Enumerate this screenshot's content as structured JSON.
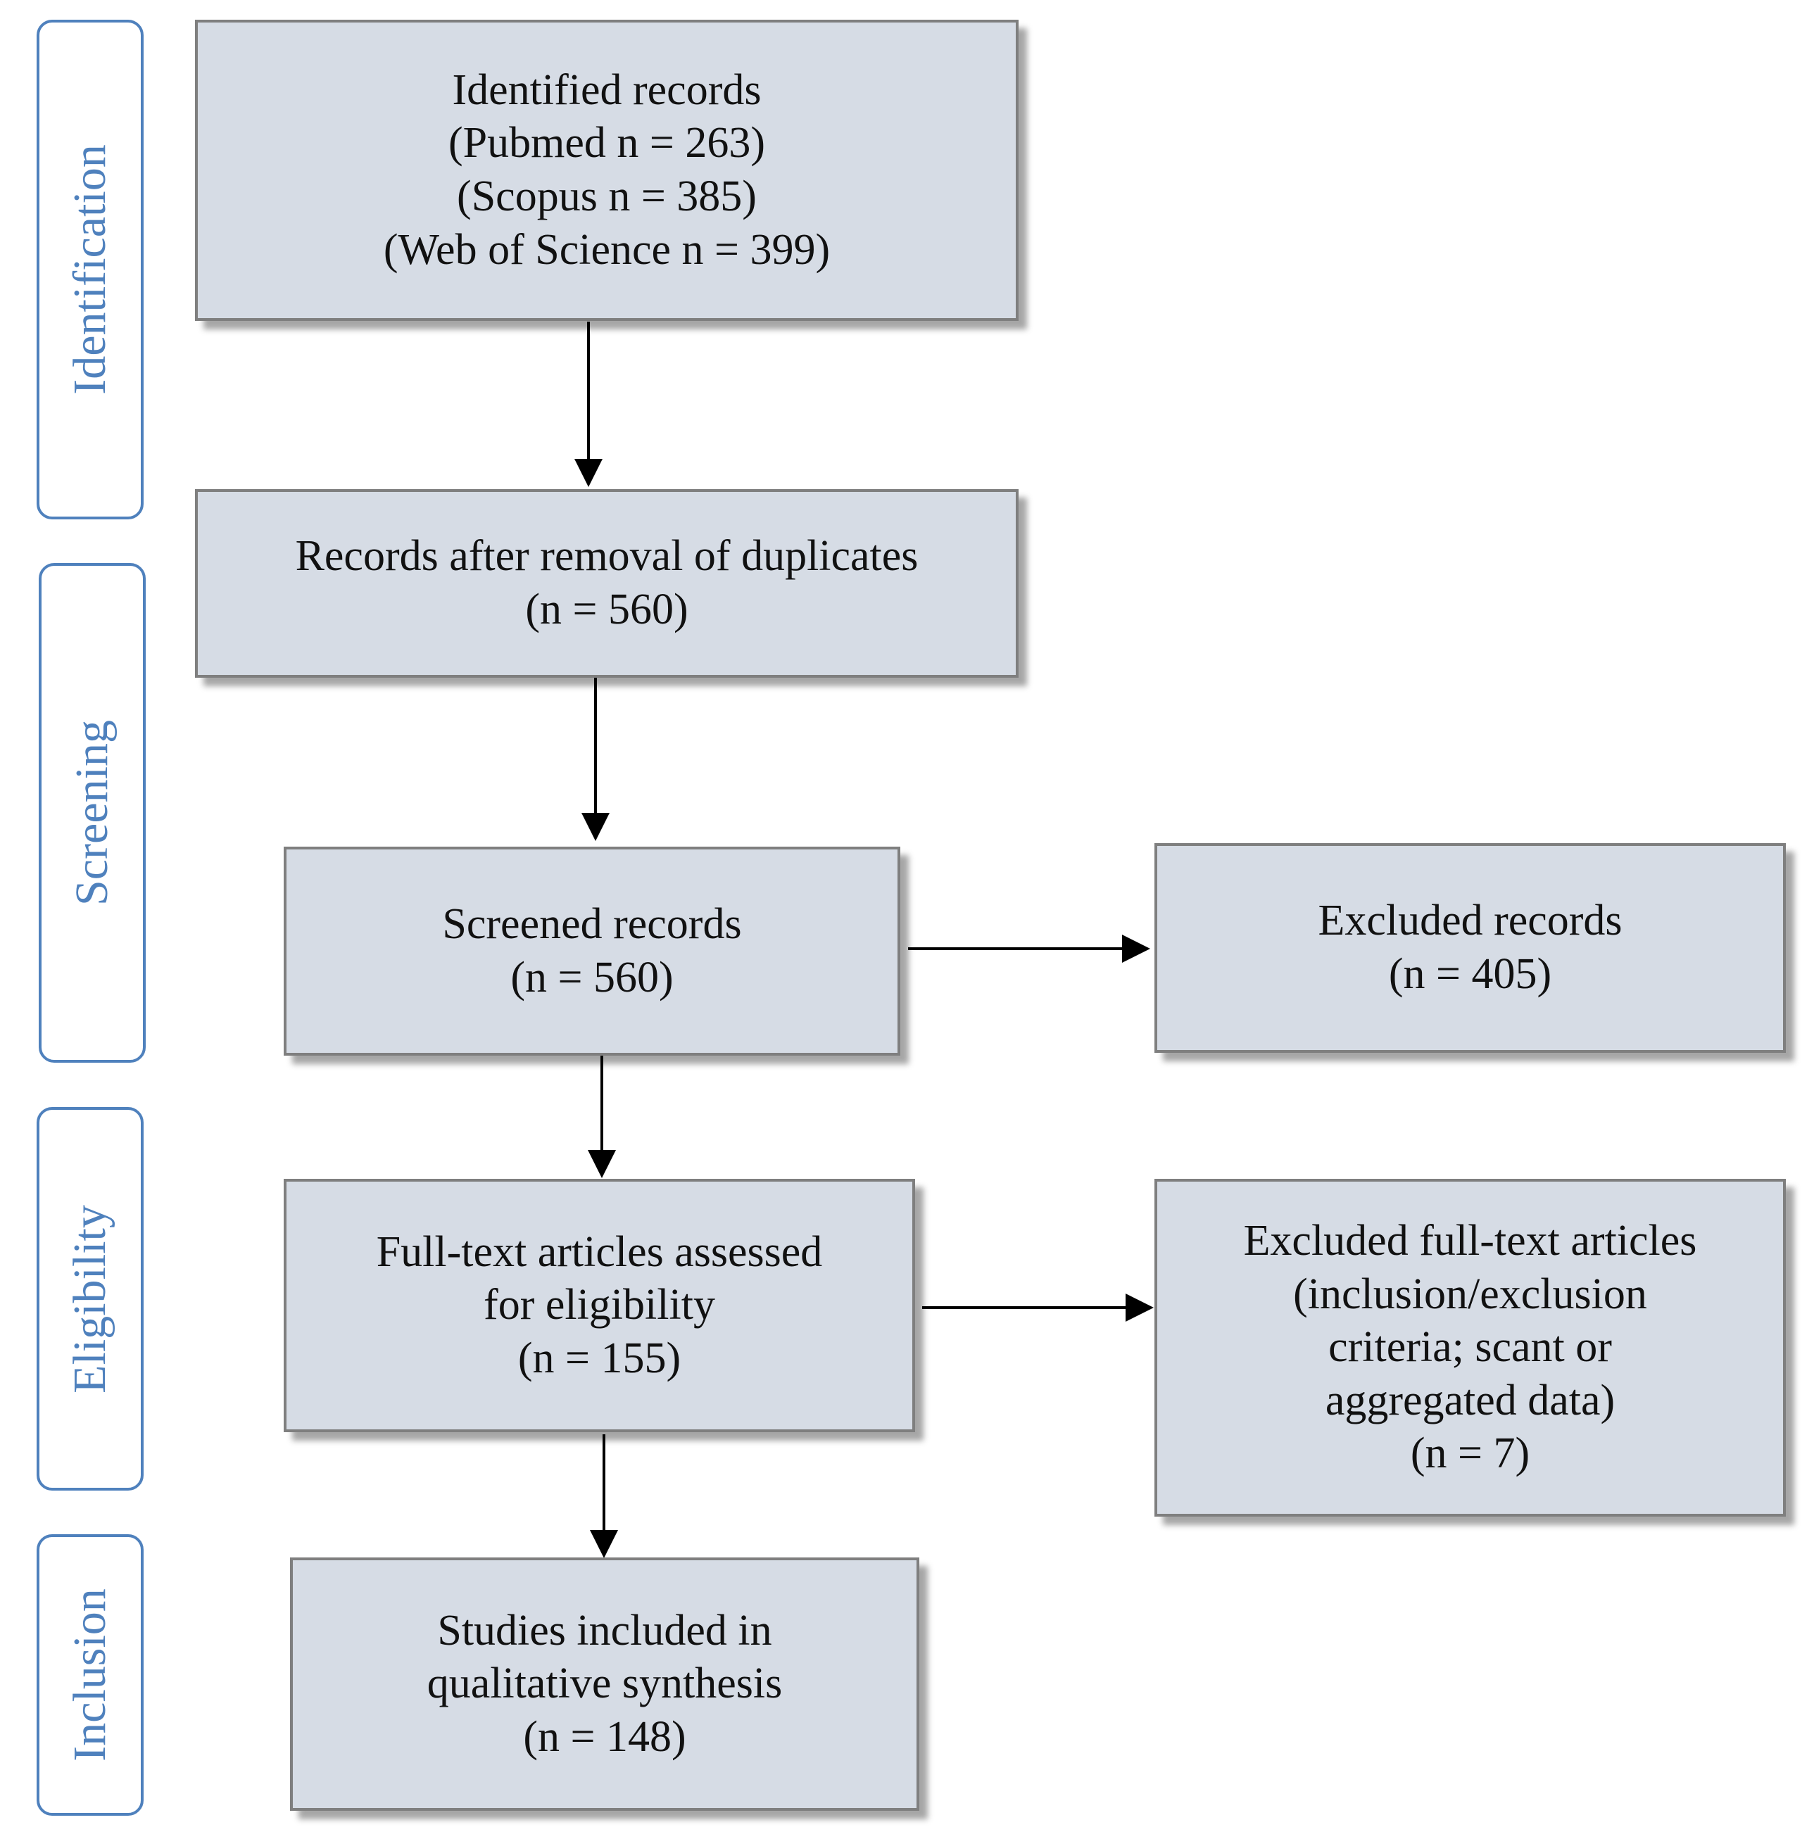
{
  "phases": {
    "identification": "Identification",
    "screening": "Screening",
    "eligibility": "Eligibility",
    "inclusion": "Inclusion"
  },
  "boxes": {
    "identified": [
      "Identified records",
      "(Pubmed n = 263)",
      "(Scopus n = 385)",
      "(Web of Science n = 399)"
    ],
    "after_duplicates": [
      "Records after removal of duplicates",
      "(n = 560)"
    ],
    "screened": [
      "Screened records",
      "(n = 560)"
    ],
    "excluded_records": [
      "Excluded records",
      "(n = 405)"
    ],
    "full_text": [
      "Full-text articles assessed",
      "for eligibility",
      "(n = 155)"
    ],
    "excluded_full_text": [
      "Excluded full-text articles",
      "(inclusion/exclusion",
      "criteria; scant or",
      "aggregated data)",
      "(n = 7)"
    ],
    "included": [
      "Studies included in",
      "qualitative synthesis",
      "(n = 148)"
    ]
  }
}
